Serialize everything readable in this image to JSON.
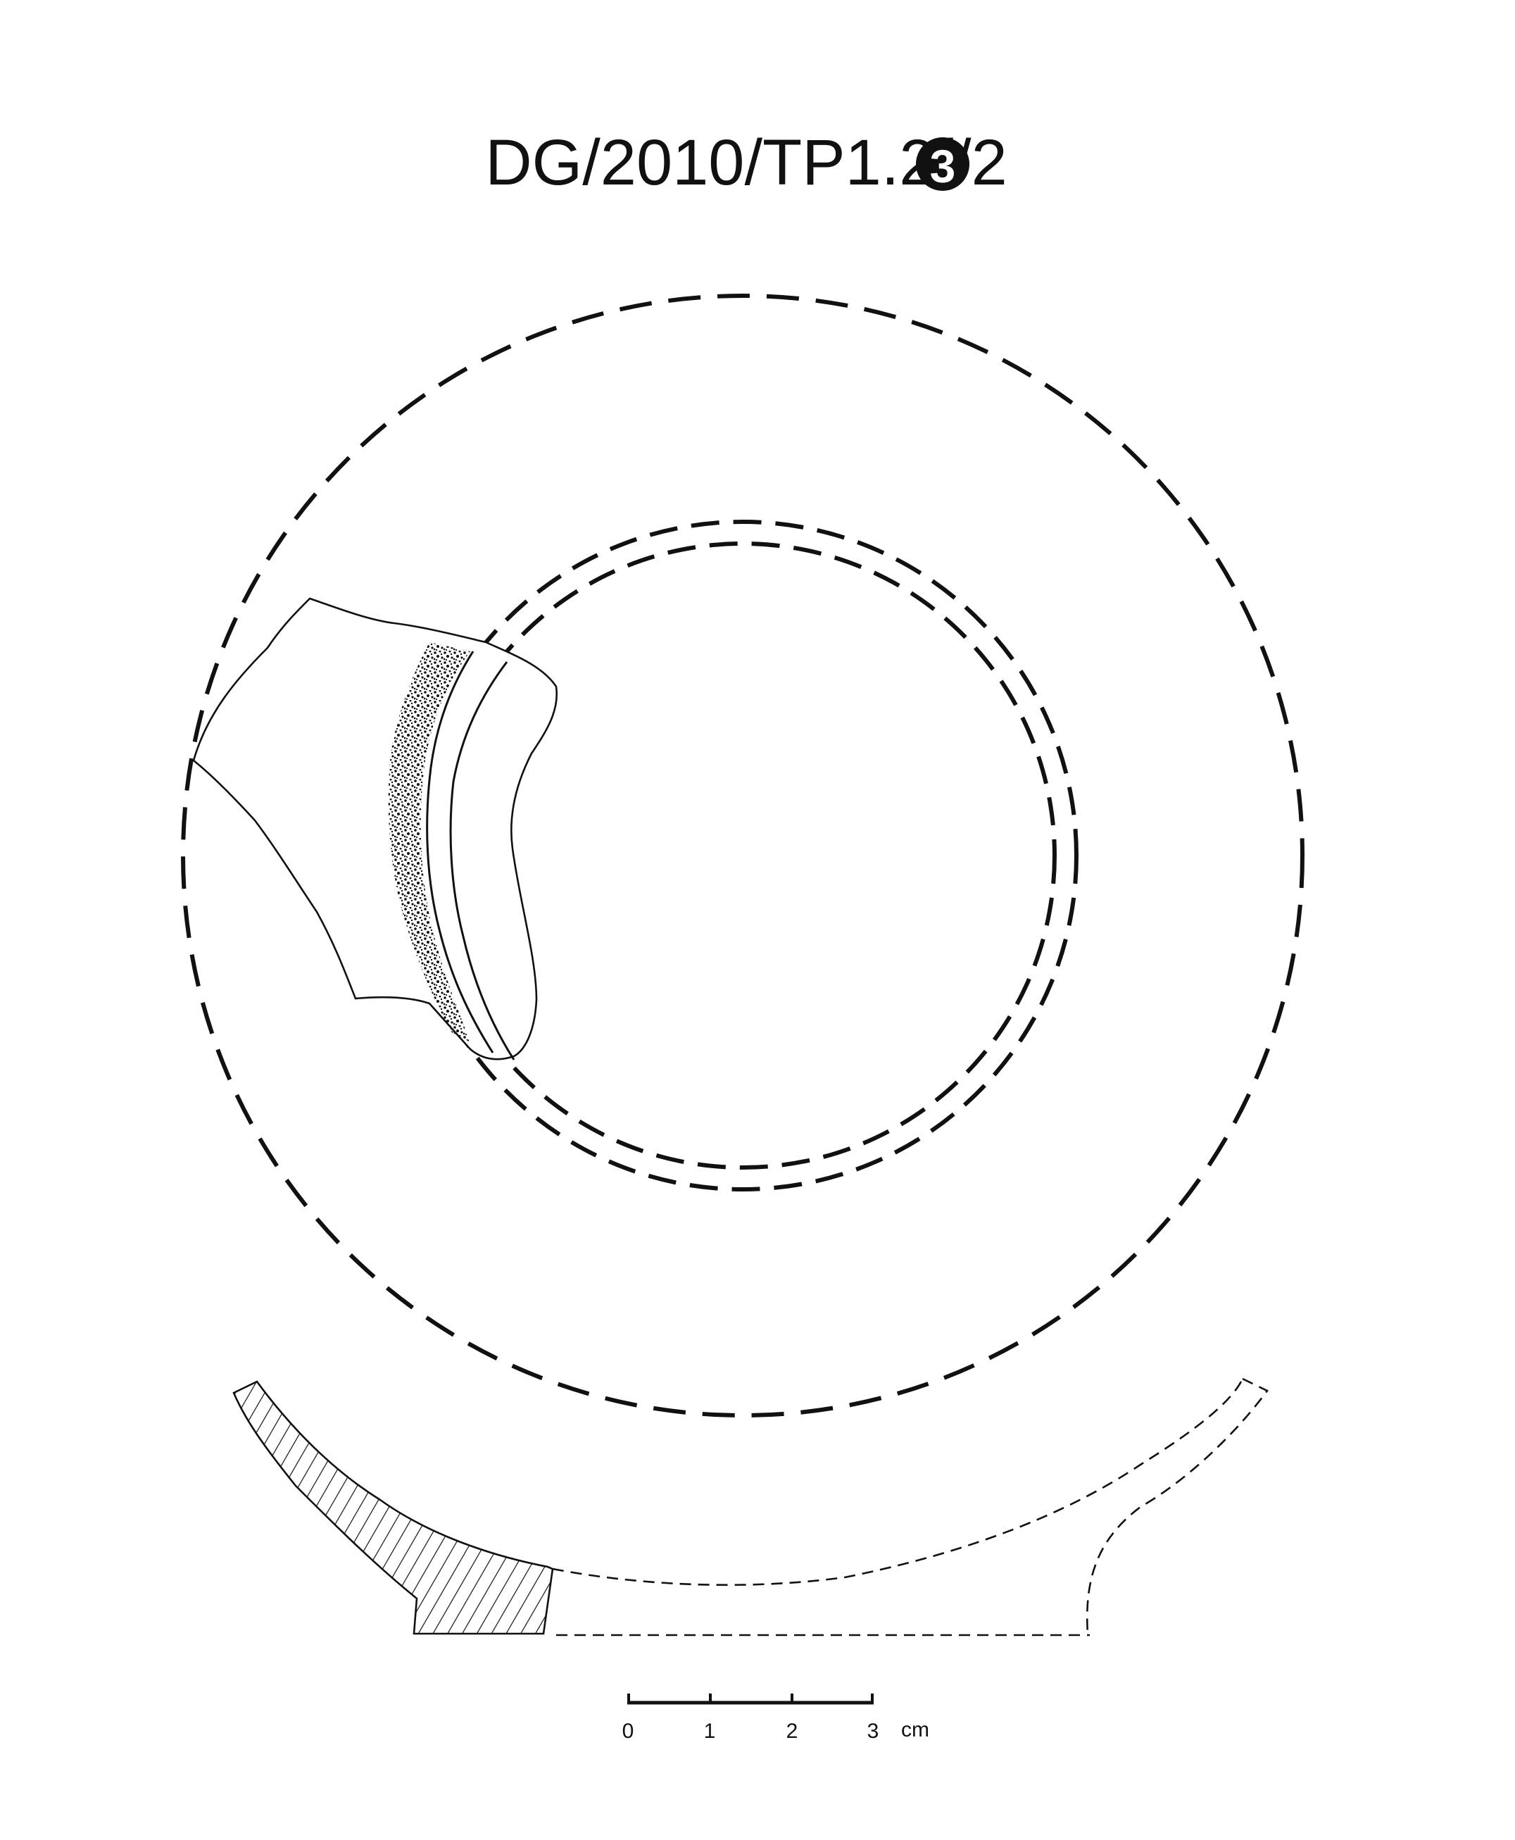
{
  "title": {
    "prefix": "DG/2010/TP1.2/",
    "circled_number": "3",
    "suffix": "/2"
  },
  "scale_bar": {
    "ticks": [
      "0",
      "1",
      "2",
      "3"
    ],
    "unit": "cm"
  },
  "colors": {
    "ink": "#111111",
    "background": "#ffffff"
  }
}
